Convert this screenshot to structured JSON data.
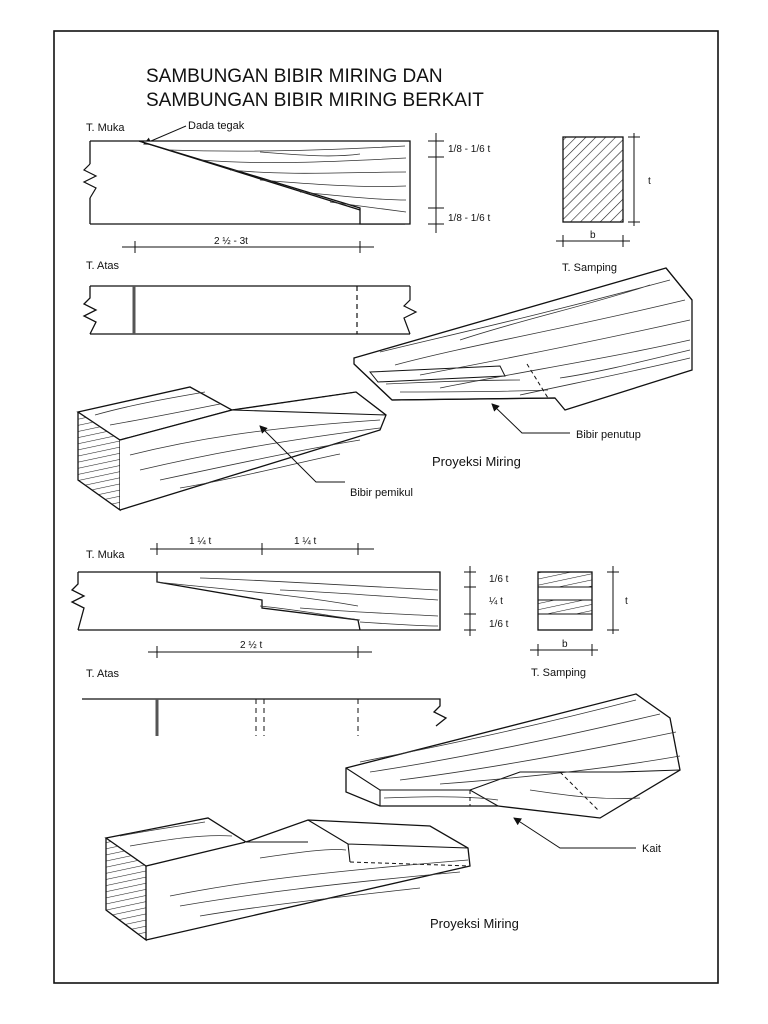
{
  "title": {
    "line1": "SAMBUNGAN BIBIR MIRING DAN",
    "line2": "SAMBUNGAN BIBIR MIRING BERKAIT"
  },
  "section1": {
    "front_view": "T. Muka",
    "callout_front": "Dada tegak",
    "dim_top": "1/8 - 1/6 t",
    "dim_bottom": "1/8 - 1/6 t",
    "dim_length": "2 ½ - 3t",
    "top_view": "T. Atas",
    "side_view": "T. Samping",
    "side_height": "t",
    "side_width": "b",
    "callout_cover": "Bibir penutup",
    "callout_support": "Bibir pemikul",
    "caption": "Proyeksi Miring"
  },
  "section2": {
    "front_view": "T. Muka",
    "dim_seg1": "1 ¼ t",
    "dim_seg2": "1 ¼ t",
    "dim_v1": "1/6 t",
    "dim_v2": "¼ t",
    "dim_v3": "1/6 t",
    "side_height": "t",
    "dim_length": "2 ½ t",
    "side_width": "b",
    "top_view": "T. Atas",
    "side_view": "T. Samping",
    "callout_hook": "Kait",
    "caption": "Proyeksi Miring"
  }
}
